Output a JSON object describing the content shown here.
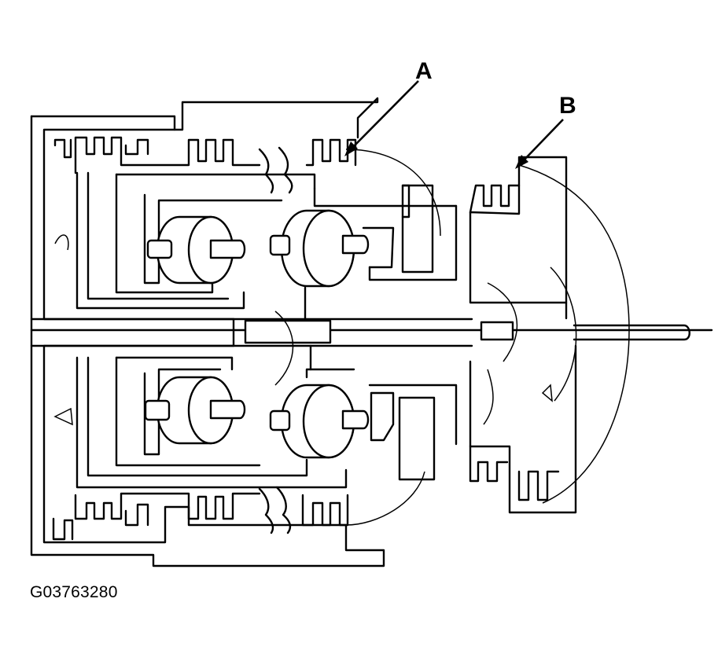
{
  "callouts": {
    "a": "A",
    "b": "B"
  },
  "figure_code": "G03763280",
  "colors": {
    "line": "#000000",
    "background": "#ffffff"
  }
}
